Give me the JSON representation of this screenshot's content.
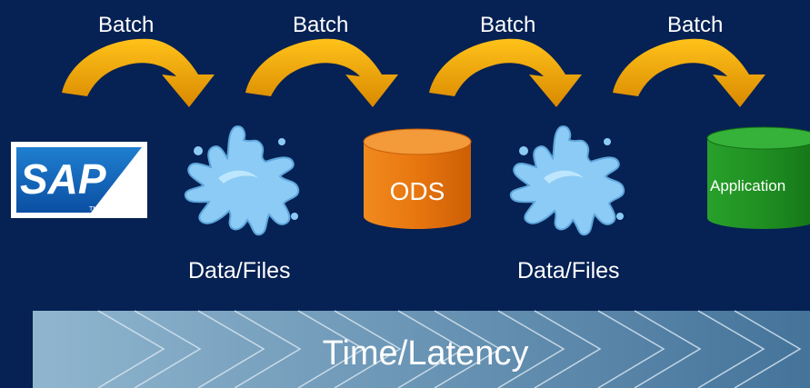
{
  "batches": [
    "Batch",
    "Batch",
    "Batch",
    "Batch"
  ],
  "sap_logo": "SAP",
  "sap_trademark": "TM",
  "ods_label": "ODS",
  "application_label": "Application",
  "data_files_labels": [
    "Data/Files",
    "Data/Files"
  ],
  "latency_label": "Time/Latency",
  "colors": {
    "background": "#062153",
    "arrow": "#f0a400",
    "splash": "#8ccbf5",
    "ods": "#e8750f",
    "application": "#1f8f22",
    "band_light": "#8fb4cc",
    "band_dark": "#46769a"
  }
}
